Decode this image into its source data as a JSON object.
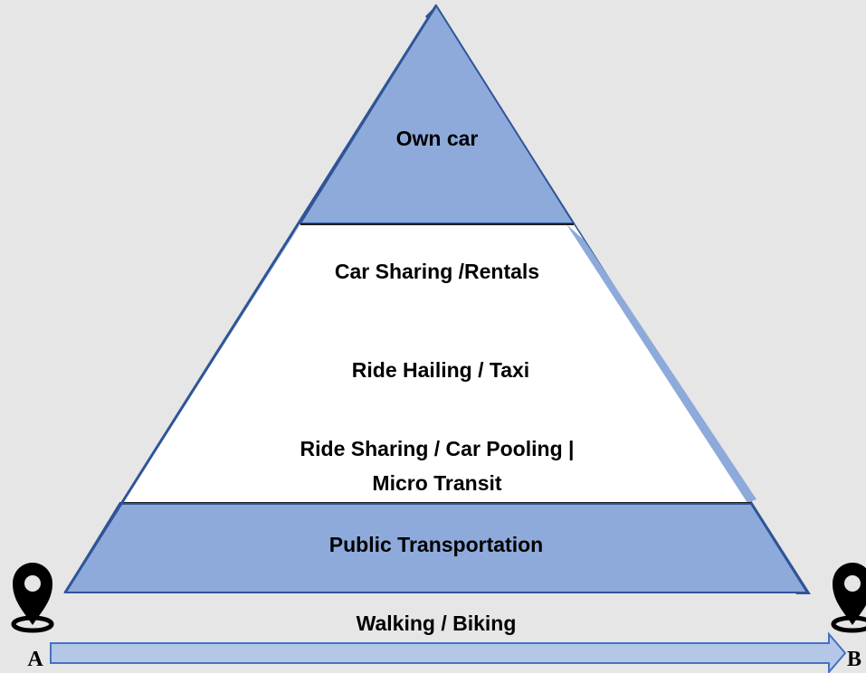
{
  "tiers": [
    {
      "label": "Own car"
    },
    {
      "label": "Car Sharing /Rentals"
    },
    {
      "label": "Ride Hailing / Taxi"
    },
    {
      "label_line1": "Ride Sharing / Car Pooling |",
      "label_line2": "Micro Transit"
    },
    {
      "label": "Public Transportation"
    }
  ],
  "base": {
    "label": "Walking / Biking"
  },
  "route": {
    "start": "A",
    "end": "B"
  },
  "colors": {
    "background": "#e6e6e6",
    "tier_fill": "#8eaadb",
    "tier_edge": "#2f5597",
    "middle_fill": "#ffffff",
    "arrow_fill": "#b4c7e7",
    "arrow_edge": "#4472c4",
    "pin": "#000000"
  },
  "icons": [
    "map-pin-icon",
    "map-pin-icon"
  ]
}
